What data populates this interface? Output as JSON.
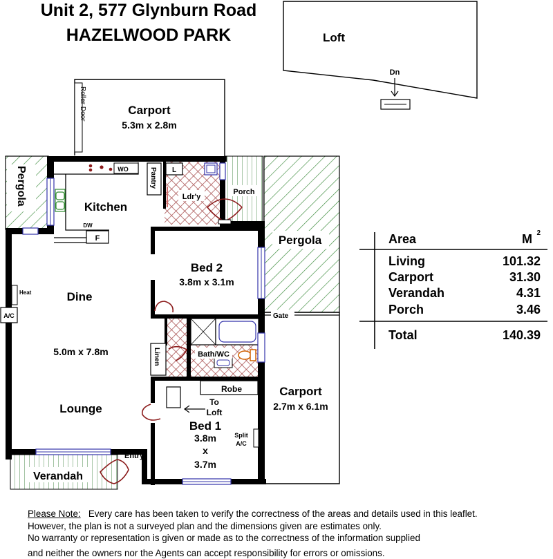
{
  "title": {
    "line1": "Unit 2, 577 Glynburn Road",
    "line2": "HAZELWOOD PARK"
  },
  "rooms": {
    "loft": "Loft",
    "dn": "Dn",
    "carport_top": {
      "name": "Carport",
      "dims": "5.3m x 2.8m"
    },
    "roller_door": "Roller Door",
    "pergola_left": "Pergola",
    "pergola_right": "Pergola",
    "wo": "WO",
    "pantry": "Pantry",
    "l": "L",
    "laundry": "Ldr'y",
    "porch": "Porch",
    "kitchen": "Kitchen",
    "dw": "DW",
    "f": "F",
    "bed2": {
      "name": "Bed 2",
      "dims": "3.8m x 3.1m"
    },
    "heat": "Heat",
    "ac": "A/C",
    "dine": "Dine",
    "dine_dims": "5.0m x 7.8m",
    "gate": "Gate",
    "linen": "Linen",
    "bath": "Bath/WC",
    "robe": "Robe",
    "to_loft": {
      "line1": "To",
      "line2": "Loft"
    },
    "carport_right": {
      "name": "Carport",
      "dims": "2.7m x 6.1m"
    },
    "lounge": "Lounge",
    "bed1": {
      "name": "Bed 1",
      "dim1": "3.8m",
      "x": "x",
      "dim2": "3.7m"
    },
    "split_ac": {
      "line1": "Split",
      "line2": "A/C"
    },
    "entry": "Entry",
    "verandah": "Verandah"
  },
  "areas": {
    "header_label": "Area",
    "header_unit": "M",
    "header_sup": "2",
    "rows": [
      {
        "label": "Living",
        "value": "101.32"
      },
      {
        "label": "Carport",
        "value": "31.30"
      },
      {
        "label": "Verandah",
        "value": "4.31"
      },
      {
        "label": "Porch",
        "value": "3.46"
      }
    ],
    "total": {
      "label": "Total",
      "value": "140.39"
    }
  },
  "note": {
    "heading": "Please Note:",
    "line1": "Every care has been taken to verify the correctness of the areas and details used in this leaflet.",
    "line2": "However, the plan is not a surveyed plan and the dimensions given are estimates only.",
    "line3": "No warranty or representation is given or made as to the correctness of the information supplied",
    "line4": "and neither the owners nor the Agents can accept responsibility for errors or omissions."
  },
  "colors": {
    "wall": "#000000",
    "hatch": "#3a8a3a",
    "tile": "#a04040",
    "door": "#8b1a1a",
    "window": "#3333aa",
    "fixture_green": "#2e8b2e",
    "toilet": "#d06000"
  }
}
